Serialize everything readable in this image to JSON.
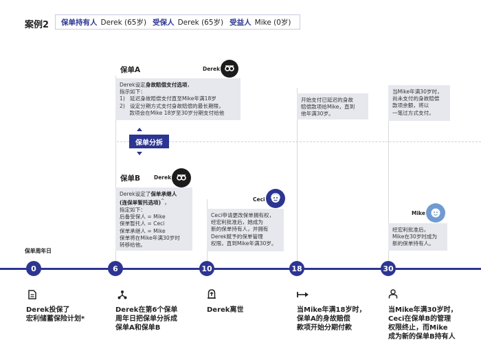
{
  "title": "案例2",
  "header": {
    "owner_label": "保单持有人",
    "owner_value": "Derek (65岁)",
    "insured_label": "受保人",
    "insured_value": "Derek (65岁)",
    "beneficiary_label": "受益人",
    "beneficiary_value": "Mike (0岁)"
  },
  "policy_a": {
    "label": "保单A",
    "name": "Derek",
    "text_pre": "Derek设定",
    "text_bold": "身故赔偿支付选项",
    "text_post": "，",
    "line2": "指示如下：",
    "line3": "1)   延迟身故赔偿支付直至Mike年满18岁",
    "line4": "2)   设定分期方式支付身故赔偿的最长期限，",
    "line5": "      款项会在Mike 18岁至30岁分期支付给他"
  },
  "split_label": "保单分拆",
  "policy_b": {
    "label": "保单B",
    "name": "Derek",
    "text_pre": "Derek设定了",
    "text_bold1": "保单承继人",
    "text_bold2": "(连保单暂托选项)",
    "text_sup": "^",
    "text_post": "，",
    "line3": "指定如下：",
    "line4": "后备受保人 = Mike",
    "line5": "保单暂托人 = Ceci",
    "line6": "保单承继人 = Mike",
    "line7": "保单将在Mike年满30岁时",
    "line8": "转移给他。"
  },
  "ceci": {
    "name": "Ceci",
    "lines": [
      "Ceci申请更改保单拥有权，",
      "经宏利批准后，她成为",
      "新的保单持有人，并拥有",
      "Derek赋予的保单管理",
      "权限，直到Mike年满30岁。"
    ]
  },
  "note18": {
    "lines": [
      "开始支付已延迟的身故",
      "赔偿款项给Mike，直到",
      "他年满30岁。"
    ]
  },
  "note30": {
    "lines": [
      "当Mike年满30岁时，",
      "尚未支付的身故赔偿",
      "款项余额，将以",
      "一笔过方式支付。"
    ]
  },
  "mike": {
    "name": "Mike",
    "lines": [
      "经宏利批准后，",
      "Mike在30岁时成为",
      "新的保单持有人。"
    ]
  },
  "anniversary_label": "保单周年日",
  "milestones": [
    {
      "num": "0",
      "icon": "document-icon",
      "lines": [
        "Derek投保了",
        "宏利储蓄保险计划*"
      ]
    },
    {
      "num": "6",
      "icon": "split-icon",
      "lines": [
        "Derek在第6个保单",
        "周年日把保单分拆成",
        "保单A和保单B"
      ]
    },
    {
      "num": "10",
      "icon": "tombstone-icon",
      "lines": [
        "Derek离世"
      ]
    },
    {
      "num": "18",
      "icon": "arrow-right-icon",
      "lines": [
        "当Mike年满18岁时，",
        "保单A的身故赔偿",
        "款项开始分期付款"
      ]
    },
    {
      "num": "30",
      "icon": "person-icon",
      "lines": [
        "当Mike年满30岁时，",
        "Ceci在保单B的管理",
        "权限终止，而Mike",
        "成为新的保单B持有人"
      ]
    }
  ],
  "colors": {
    "accent": "#2c3592",
    "card_bg": "#e7e8ee",
    "avatar_light": "#6f9bd0"
  }
}
